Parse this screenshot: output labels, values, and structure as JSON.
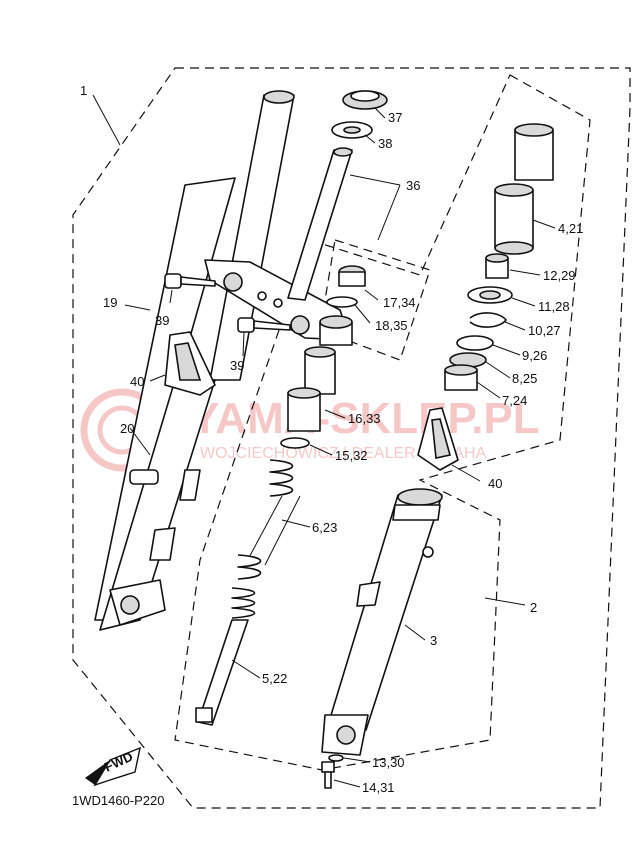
{
  "diagram_code": "1WD1460-P220",
  "direction_badge": "FWD",
  "watermark": {
    "brand": "YAMA-SKLEP.PL",
    "subtitle": "WOJCIECHOWICZ | DEALER YAMAHA",
    "color": "#e23b3b"
  },
  "callouts": [
    {
      "id": "c1",
      "text": "1"
    },
    {
      "id": "c2",
      "text": "2"
    },
    {
      "id": "c3",
      "text": "3"
    },
    {
      "id": "c19",
      "text": "19"
    },
    {
      "id": "c39a",
      "text": "39"
    },
    {
      "id": "c39b",
      "text": "39"
    },
    {
      "id": "c40a",
      "text": "40"
    },
    {
      "id": "c40b",
      "text": "40"
    },
    {
      "id": "c20",
      "text": "20"
    },
    {
      "id": "c37",
      "text": "37"
    },
    {
      "id": "c38",
      "text": "38"
    },
    {
      "id": "c36",
      "text": "36"
    },
    {
      "id": "c1734",
      "text": "17,34"
    },
    {
      "id": "c1835",
      "text": "18,35"
    },
    {
      "id": "c1633",
      "text": "16,33"
    },
    {
      "id": "c1532",
      "text": "15,32"
    },
    {
      "id": "c623",
      "text": "6,23"
    },
    {
      "id": "c522",
      "text": "5,22"
    },
    {
      "id": "c421",
      "text": "4,21"
    },
    {
      "id": "c1229",
      "text": "12,29"
    },
    {
      "id": "c1128",
      "text": "11,28"
    },
    {
      "id": "c1027",
      "text": "10,27"
    },
    {
      "id": "c926",
      "text": "9,26"
    },
    {
      "id": "c825",
      "text": "8,25"
    },
    {
      "id": "c724",
      "text": "7,24"
    },
    {
      "id": "c1330",
      "text": "13,30"
    },
    {
      "id": "c1431",
      "text": "14,31"
    }
  ]
}
